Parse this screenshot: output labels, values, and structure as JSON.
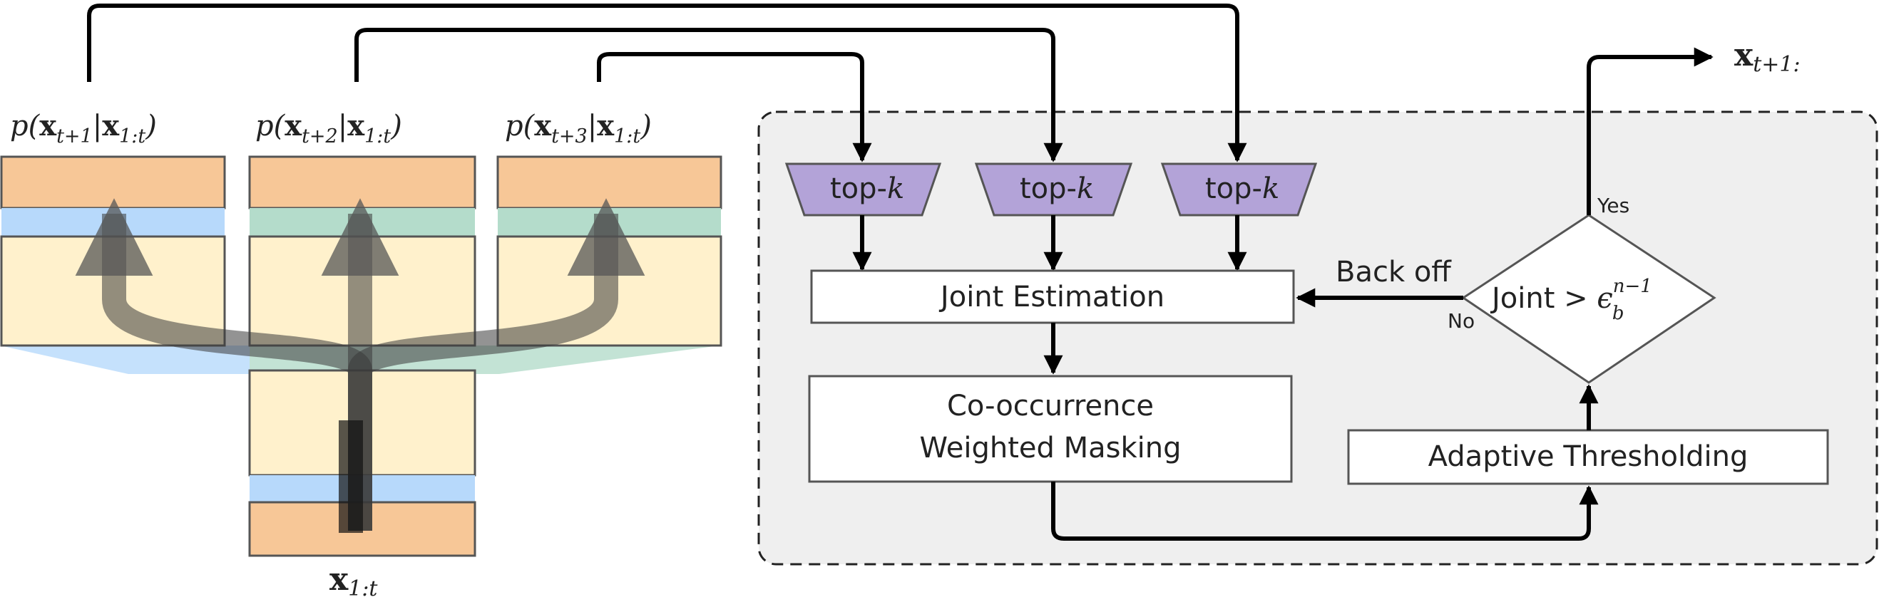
{
  "diagram": {
    "dist_labels": [
      {
        "prefix": "p(",
        "sub": "t+1",
        "cond": "|x",
        "cond_sub": "1:t",
        "suffix": ")"
      },
      {
        "prefix": "p(",
        "sub": "t+2",
        "cond": "|x",
        "cond_sub": "1:t",
        "suffix": ")"
      },
      {
        "prefix": "p(",
        "sub": "t+3",
        "cond": "|x",
        "cond_sub": "1:t",
        "suffix": ")"
      }
    ],
    "input_label": {
      "base": "x",
      "sub": "1:t"
    },
    "output_label": {
      "base": "x",
      "sub": "t+1:"
    },
    "topk": {
      "text": "top-",
      "k": "k"
    },
    "joint_estimation": "Joint Estimation",
    "cooccurrence_line1": "Co-occurrence",
    "cooccurrence_line2": "Weighted Masking",
    "adaptive": "Adaptive Thresholding",
    "decision": {
      "text": "Joint > ",
      "eps": "ϵ",
      "sup": "n−1",
      "sub": "b"
    },
    "back_off": "Back off",
    "yes": "Yes",
    "no": "No",
    "colors": {
      "orange": "#f7c797",
      "blue": "#b7d9fb",
      "green": "#b4dccb",
      "cream": "#fff1cc",
      "purple": "#b3a3d8",
      "panel": "#efefef",
      "stroke": "#4a4a4a"
    }
  }
}
